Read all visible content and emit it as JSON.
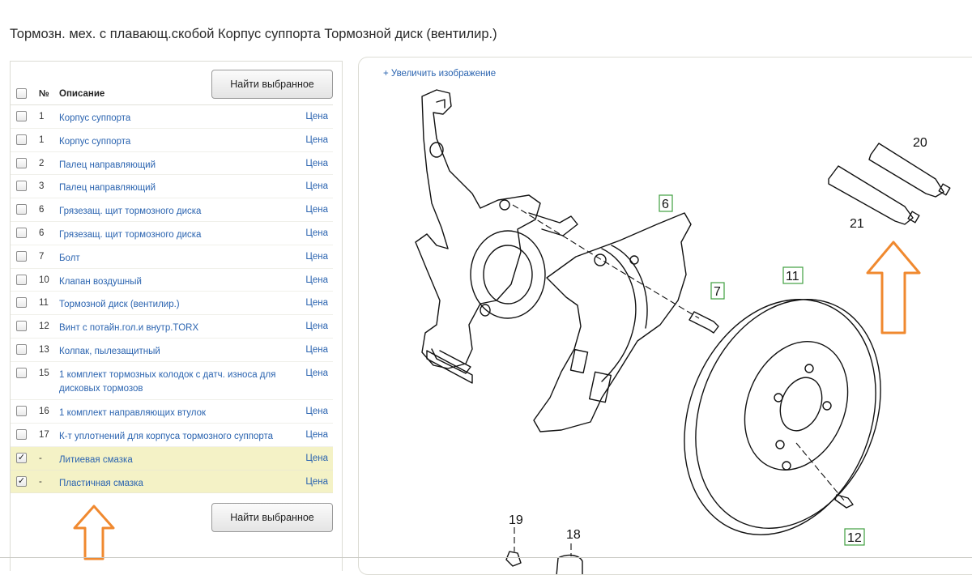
{
  "page": {
    "title": "Тормозн. мех. с плавающ.скобой Корпус суппорта Тормозной диск (вентилир.)"
  },
  "parts": {
    "find_selected_label": "Найти выбранное",
    "header": {
      "num": "№",
      "desc": "Описание"
    },
    "rows": [
      {
        "num": "1",
        "desc": "Корпус суппорта",
        "price": "Цена",
        "checked": false
      },
      {
        "num": "1",
        "desc": "Корпус суппорта",
        "price": "Цена",
        "checked": false
      },
      {
        "num": "2",
        "desc": "Палец направляющий",
        "price": "Цена",
        "checked": false
      },
      {
        "num": "3",
        "desc": "Палец направляющий",
        "price": "Цена",
        "checked": false
      },
      {
        "num": "6",
        "desc": "Грязезащ. щит тормозного диска",
        "price": "Цена",
        "checked": false
      },
      {
        "num": "6",
        "desc": "Грязезащ. щит тормозного диска",
        "price": "Цена",
        "checked": false
      },
      {
        "num": "7",
        "desc": "Болт",
        "price": "Цена",
        "checked": false
      },
      {
        "num": "10",
        "desc": "Клапан воздушный",
        "price": "Цена",
        "checked": false
      },
      {
        "num": "11",
        "desc": "Тормозной диск (вентилир.)",
        "price": "Цена",
        "checked": false
      },
      {
        "num": "12",
        "desc": "Винт с потайн.гол.и внутр.TORX",
        "price": "Цена",
        "checked": false
      },
      {
        "num": "13",
        "desc": "Колпак, пылезащитный",
        "price": "Цена",
        "checked": false
      },
      {
        "num": "15",
        "desc": "1 комплект тормозных колодок с датч. износа для дисковых тормозов",
        "price": "Цена",
        "checked": false
      },
      {
        "num": "16",
        "desc": "1 комплект направляющих втулок",
        "price": "Цена",
        "checked": false
      },
      {
        "num": "17",
        "desc": "К-т уплотнений для корпуса тормозного суппорта",
        "price": "Цена",
        "checked": false
      },
      {
        "num": "-",
        "desc": "Литиевая смазка",
        "price": "Цена",
        "checked": true
      },
      {
        "num": "-",
        "desc": "Пластичная смазка",
        "price": "Цена",
        "checked": true
      }
    ]
  },
  "diagram": {
    "zoom_label": "+ Увеличить изображение",
    "callouts": {
      "c6": "6",
      "c7": "7",
      "c11": "11",
      "c12": "12",
      "c18": "18",
      "c19": "19",
      "c20": "20",
      "c21": "21"
    }
  },
  "colors": {
    "link": "#2b64b0",
    "selected_row": "#f4f2c6",
    "annotation_arrow": "#f0892f",
    "callout_box": "#3f9f3f"
  }
}
